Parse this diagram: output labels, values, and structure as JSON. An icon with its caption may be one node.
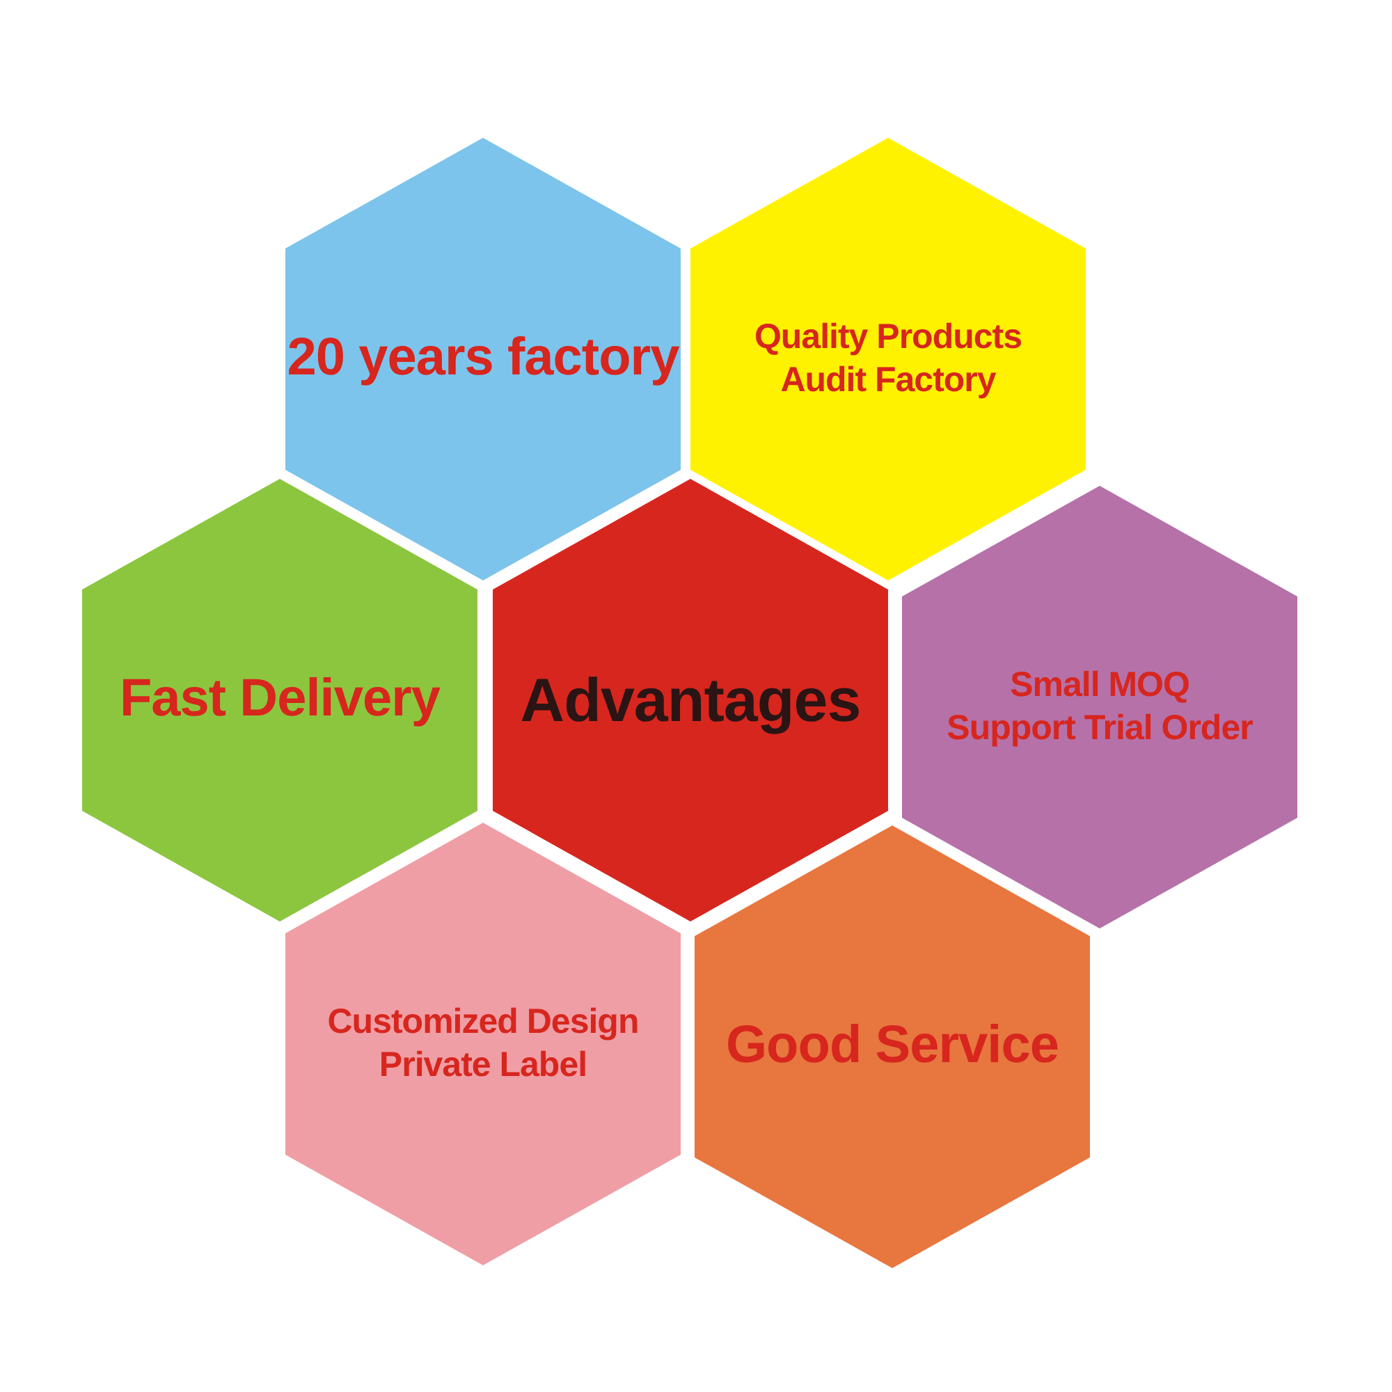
{
  "diagram": {
    "nodes": [
      {
        "text": [
          "20 years factory"
        ]
      },
      {
        "text": [
          "Quality Products",
          "Audit Factory"
        ]
      },
      {
        "text": [
          "Fast Delivery"
        ]
      },
      {
        "text": [
          "Advantages"
        ]
      },
      {
        "text": [
          "Small MOQ",
          "Support Trial Order"
        ]
      },
      {
        "text": [
          "Customized Design",
          "Private Label"
        ]
      },
      {
        "text": [
          "Good Service"
        ]
      }
    ]
  }
}
